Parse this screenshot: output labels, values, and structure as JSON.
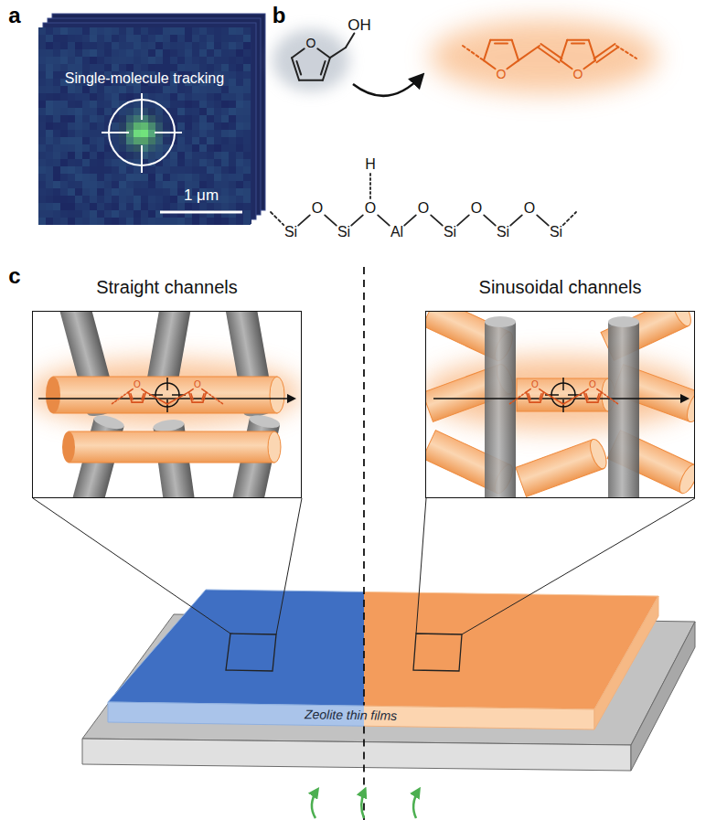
{
  "diagram": {
    "nodes": [
      {
        "text": [
          "Straight channels"
        ]
      },
      {
        "text": [
          "Sinusoidal channels"
        ]
      },
      {
        "text": [
          "Zeolite thin films"
        ]
      }
    ],
    "labels": [
      "a",
      "b",
      "c",
      "Single-molecule tracking",
      "1 μm",
      "OH",
      "O",
      "O",
      "O",
      "H",
      "Si",
      "O",
      "Si",
      "O",
      "Al",
      "O",
      "Si",
      "O",
      "Si",
      "O",
      "Si",
      "O",
      "O",
      "O",
      "O"
    ]
  }
}
